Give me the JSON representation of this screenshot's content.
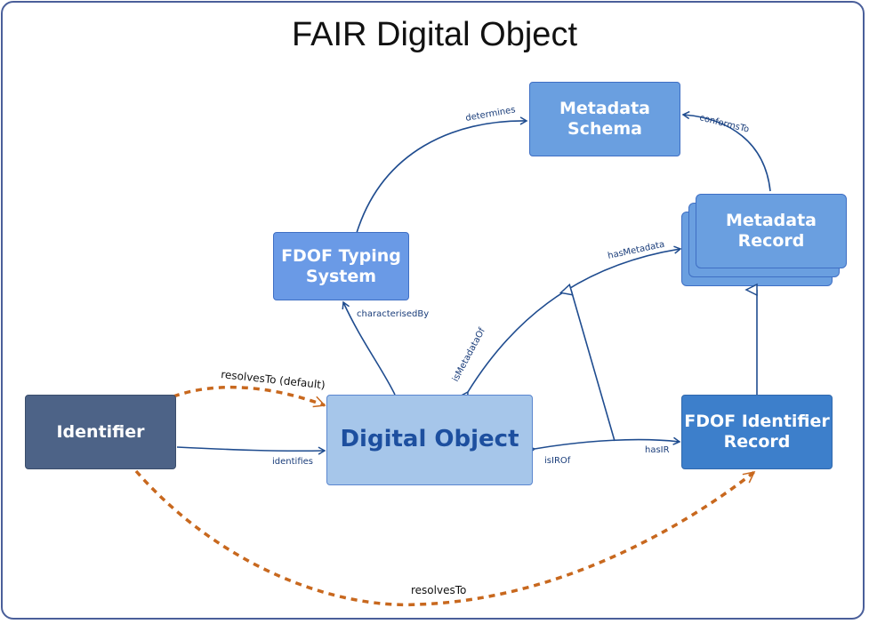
{
  "title": "FAIR Digital Object",
  "nodes": {
    "metadata_schema": {
      "line1": "Metadata",
      "line2": "Schema"
    },
    "typing_system": {
      "line1": "FDOF Typing",
      "line2": "System"
    },
    "metadata_record": {
      "line1": "Metadata",
      "line2": "Record"
    },
    "identifier": {
      "label": "Identifier"
    },
    "digital_object": {
      "label": "Digital Object"
    },
    "identifier_record": {
      "line1": "FDOF Identifier",
      "line2": "Record"
    }
  },
  "edges": {
    "determines": "determines",
    "conforms_to": "conformsTo",
    "has_metadata": "hasMetadata",
    "is_metadata_of": "isMetadataOf",
    "characterised_by": "characterisedBy",
    "resolves_to_default": "resolvesTo (default)",
    "identifies": "identifies",
    "is_ir_of": "isIROf",
    "has_ir": "hasIR",
    "resolves_to": "resolvesTo"
  },
  "colors": {
    "arrow": "#1f4c8f",
    "dashed_arrow": "#c8681e",
    "schema_fill": "#6a9fe0",
    "identifier_fill": "#4d6387",
    "digital_object_fill": "#a6c6ea",
    "identifier_record_fill": "#3d7fcb"
  }
}
